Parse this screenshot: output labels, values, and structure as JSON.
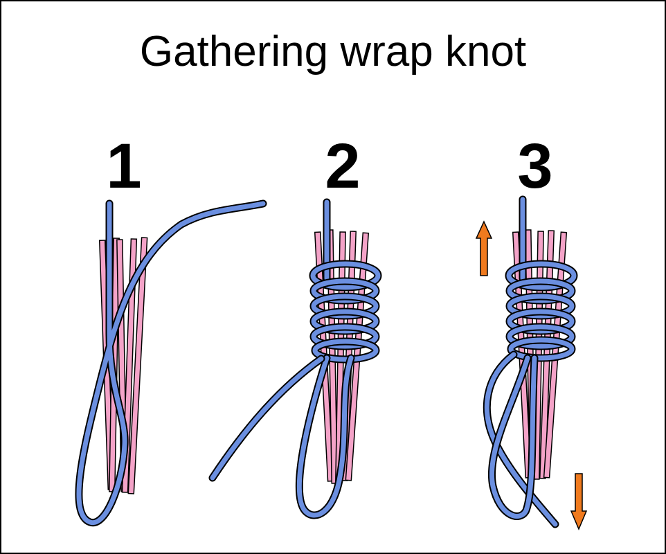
{
  "title": "Gathering wrap knot",
  "steps": [
    {
      "number": "1"
    },
    {
      "number": "2"
    },
    {
      "number": "3"
    }
  ],
  "colors": {
    "strands": "#f4a3c8",
    "cord": "#6b8fe0",
    "arrow": "#f07a1e",
    "outline": "#000000"
  },
  "icons": [
    "arrow-up-icon",
    "arrow-down-icon"
  ]
}
